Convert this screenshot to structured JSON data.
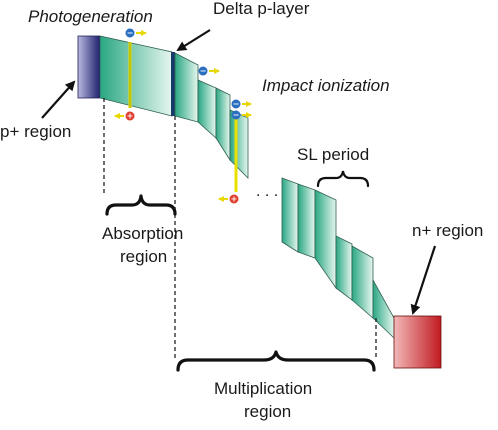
{
  "labels": {
    "photogeneration": "Photogeneration",
    "delta_layer": "Delta p-layer",
    "impact_ionization": "Impact ionization",
    "p_region": "p+ region",
    "sl_period": "SL period",
    "absorption_line1": "Absorption",
    "absorption_line2": "region",
    "n_region": "n+ region",
    "multiplication_line1": "Multiplication",
    "multiplication_line2": "region",
    "ellipsis": ". . ."
  },
  "carrier_symbols": {
    "electron": "−",
    "hole": "+"
  },
  "colors": {
    "p_region": "#2a2a7a",
    "absorption": "#2fb08a",
    "multiplication": "#2fb08a",
    "n_region": "#c8262a",
    "carrier_path": "#e8e000",
    "electron": "#2a6fc0",
    "hole": "#e04030"
  }
}
